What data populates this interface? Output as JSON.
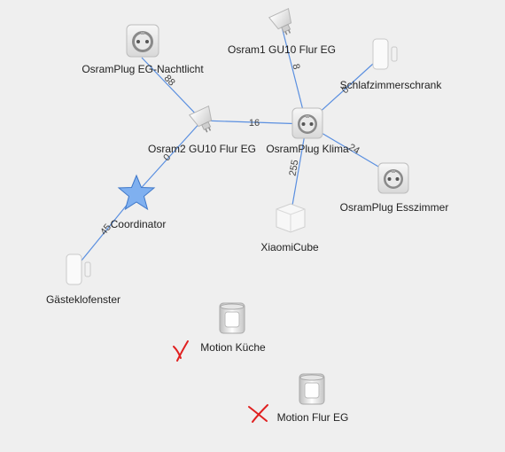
{
  "nodes": {
    "plug_eg_nachtlicht": {
      "name": "OsramPlug EG-Nachtlicht",
      "icon": "smart-plug-icon"
    },
    "osram1": {
      "name": "Osram1 GU10 Flur EG",
      "icon": "gu10-bulb-icon"
    },
    "schlafzimmerschrank": {
      "name": "Schlafzimmerschrank",
      "icon": "door-sensor-icon"
    },
    "osram2": {
      "name": "Osram2 GU10 Flur EG",
      "icon": "gu10-bulb-icon"
    },
    "plug_klima": {
      "name": "OsramPlug Klima",
      "icon": "smart-plug-icon"
    },
    "plug_esszimmer": {
      "name": "OsramPlug Esszimmer",
      "icon": "smart-plug-icon"
    },
    "coordinator": {
      "name": "Coordinator",
      "icon": "star-icon"
    },
    "xiaomicube": {
      "name": "XiaomiCube",
      "icon": "cube-icon"
    },
    "gaesteklofenster": {
      "name": "Gästeklofenster",
      "icon": "door-sensor-icon"
    },
    "motion_kueche": {
      "name": "Motion Küche",
      "icon": "motion-sensor-icon",
      "offline": true
    },
    "motion_flur": {
      "name": "Motion Flur EG",
      "icon": "motion-sensor-icon",
      "offline": true
    }
  },
  "edges": [
    {
      "label": "88"
    },
    {
      "label": "16"
    },
    {
      "label": "8"
    },
    {
      "label": "0"
    },
    {
      "label": "24"
    },
    {
      "label": "255"
    },
    {
      "label": "0"
    },
    {
      "label": "45"
    }
  ],
  "colors": {
    "edge": "#5a8fe0",
    "offline_mark": "#e02020",
    "star": "#7fb0f0"
  }
}
